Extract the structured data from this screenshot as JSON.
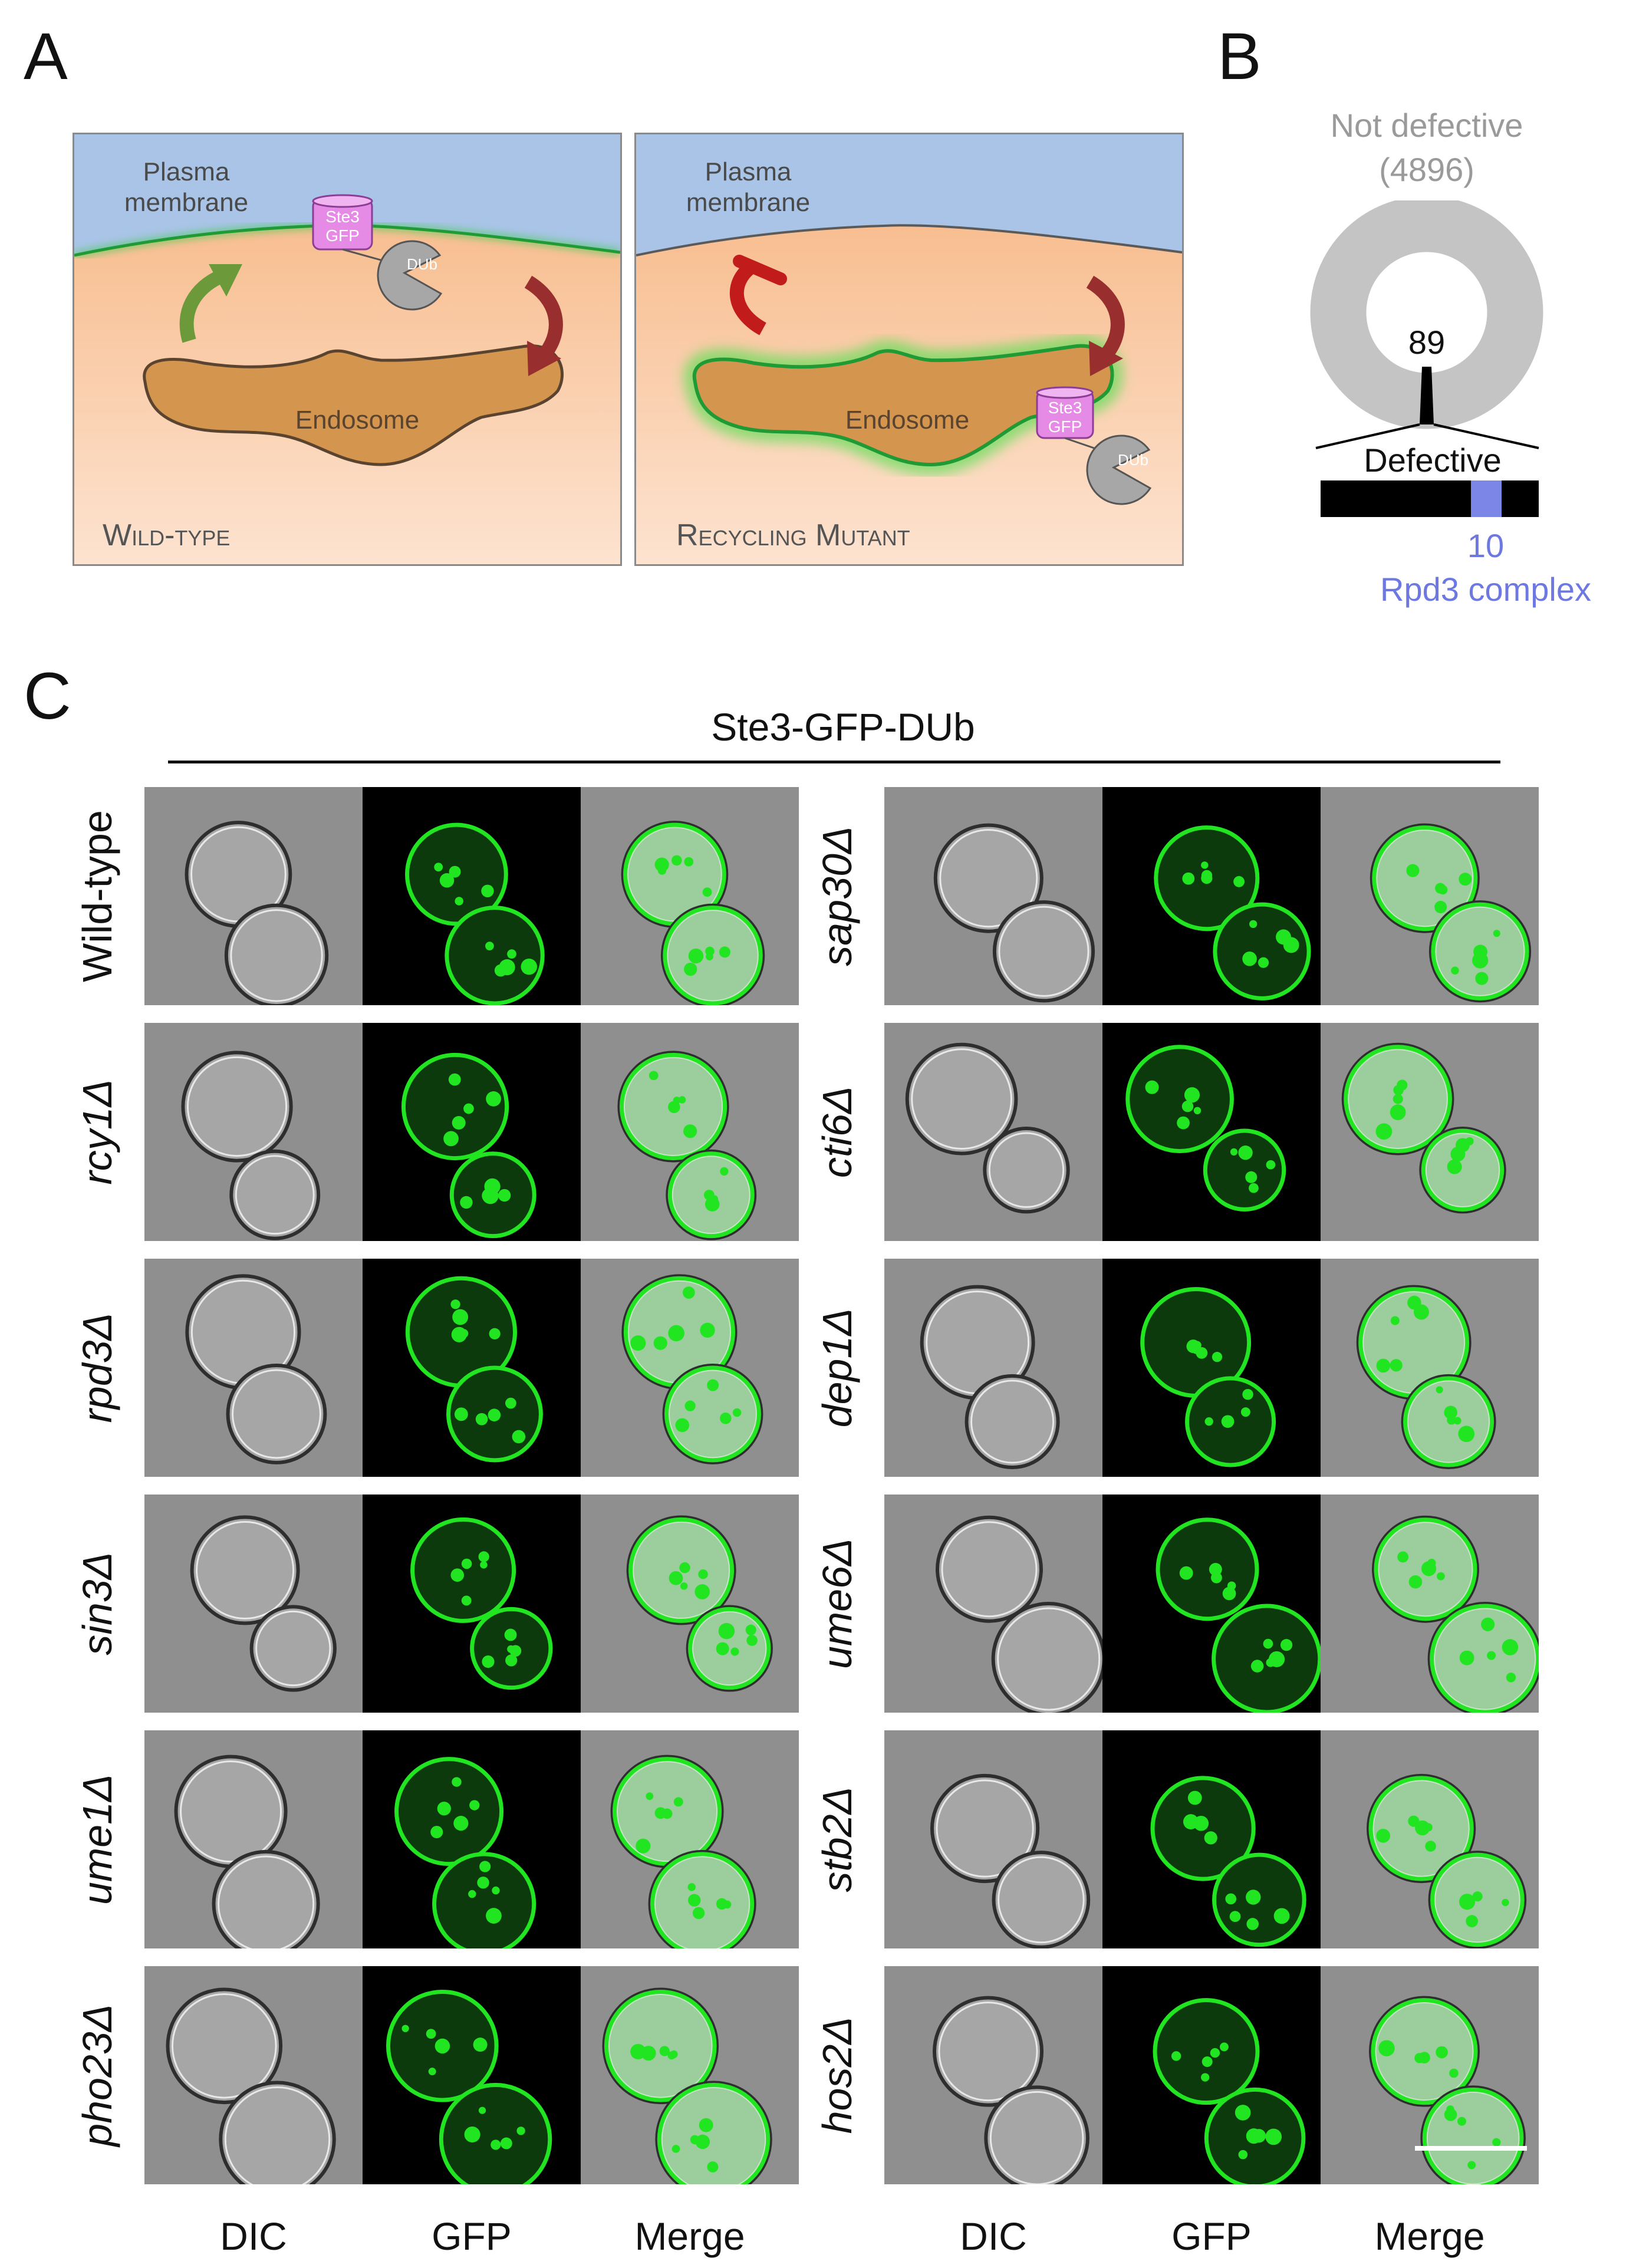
{
  "panel_a": {
    "letter": "A",
    "wild_type": {
      "membrane_label": [
        "Plasma",
        "membrane"
      ],
      "cargo_label": [
        "Ste3",
        "GFP"
      ],
      "dub_label": "DUb",
      "endosome_label": "Endosome",
      "caption": "Wild-type"
    },
    "mutant": {
      "membrane_label": [
        "Plasma",
        "membrane"
      ],
      "cargo_label": [
        "Ste3",
        "GFP"
      ],
      "dub_label": "DUb",
      "endosome_label": "Endosome",
      "caption": "Recycling Mutant"
    }
  },
  "panel_b": {
    "letter": "B",
    "not_defective_label": "Not defective",
    "not_defective_count": "(4896)",
    "defective_count": "89",
    "defective_label": "Defective",
    "rpd3_count": "10",
    "rpd3_label": "Rpd3 complex",
    "colors": {
      "not_defective": "#c4c4c4",
      "defective": "#000000",
      "rpd3": "#7b86e6"
    }
  },
  "panel_c": {
    "letter": "C",
    "header": "Ste3-GFP-DUb",
    "column_labels": [
      "DIC",
      "GFP",
      "Merge"
    ],
    "left_rows": [
      "Wild-type",
      "rcy1Δ",
      "rpd3Δ",
      "sin3Δ",
      "ume1Δ",
      "pho23Δ"
    ],
    "right_rows": [
      "sap30Δ",
      "cti6Δ",
      "dep1Δ",
      "ume6Δ",
      "stb2Δ",
      "hos2Δ"
    ],
    "colors": {
      "gfp": "#21e521",
      "dic_bg": "#8f8f8f"
    }
  }
}
